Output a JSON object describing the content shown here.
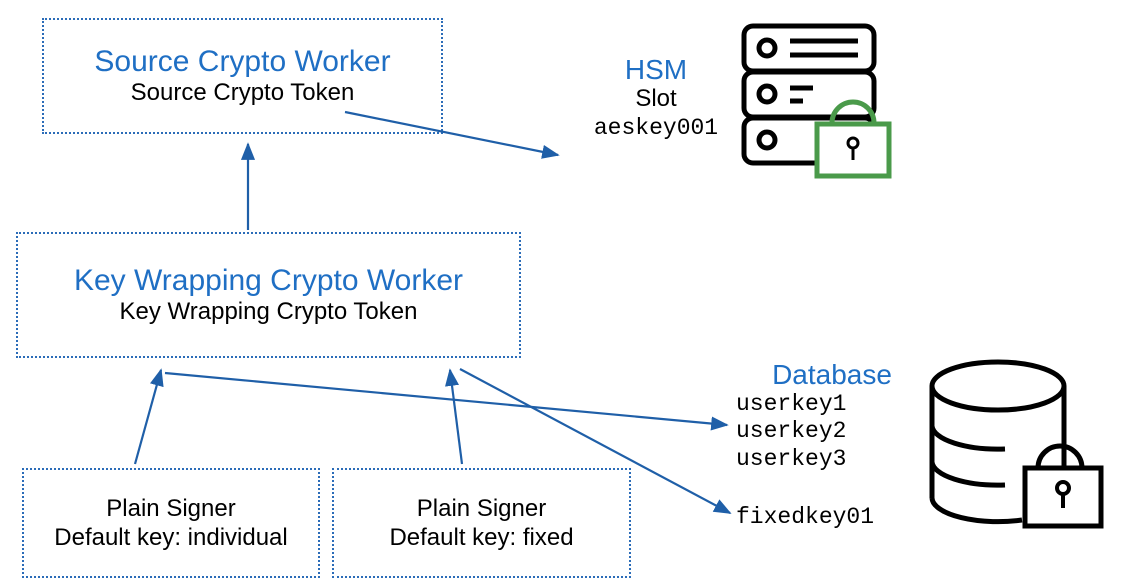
{
  "diagram": {
    "title_hidden": "Key wrapping crypto worker architecture",
    "accent_blue": "#1f6fc4",
    "arrow_blue": "#1f5fa8",
    "lock_green": "#4a9a4a",
    "lock_black": "#000000"
  },
  "boxes": {
    "source_worker": {
      "title": "Source Crypto Worker",
      "subtitle": "Source Crypto Token"
    },
    "key_wrapping_worker": {
      "title": "Key Wrapping Crypto Worker",
      "subtitle": "Key Wrapping Crypto Token"
    },
    "plain_signer_individual": {
      "line1": "Plain Signer",
      "line2": "Default key: individual"
    },
    "plain_signer_fixed": {
      "line1": "Plain Signer",
      "line2": "Default key: fixed"
    }
  },
  "hsm": {
    "title": "HSM",
    "slot_label": "Slot",
    "key_name": "aeskey001",
    "icon": "server-rack-icon",
    "lock_icon": "green-padlock-icon"
  },
  "database": {
    "title": "Database",
    "keys": [
      "userkey1",
      "userkey2",
      "userkey3"
    ],
    "fixed_key": "fixedkey01",
    "icon": "database-cylinder-icon",
    "lock_icon": "black-padlock-icon"
  },
  "arrows": [
    {
      "name": "source-token-to-aeskey001",
      "from": "Source Crypto Token",
      "to": "aeskey001"
    },
    {
      "name": "key-wrapping-to-source-worker",
      "from": "Key Wrapping Crypto Worker",
      "to": "Source Crypto Worker"
    },
    {
      "name": "plain-signer-individual-to-key-wrapping",
      "from": "Plain Signer Default key: individual",
      "to": "Key Wrapping Crypto Worker"
    },
    {
      "name": "plain-signer-fixed-to-key-wrapping",
      "from": "Plain Signer Default key: fixed",
      "to": "Key Wrapping Crypto Worker"
    },
    {
      "name": "key-wrapping-to-userkey2",
      "from": "Key Wrapping Crypto Worker",
      "to": "userkey2"
    },
    {
      "name": "key-wrapping-to-fixedkey01",
      "from": "Key Wrapping Crypto Worker",
      "to": "fixedkey01"
    }
  ]
}
